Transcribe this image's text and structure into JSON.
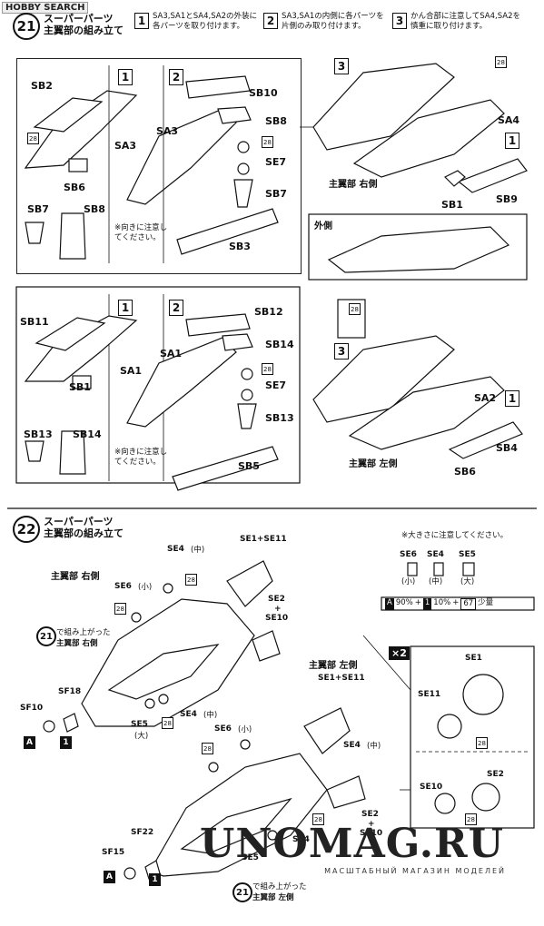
{
  "watermark": "HOBBY SEARCH",
  "step21": {
    "number": "21",
    "title_line1": "スーパーパーツ",
    "title_line2": "主翼部の組み立て",
    "instr1_num": "1",
    "instr1": "SA3,SA1とSA4,SA2の外装に各パーツを取り付けます。",
    "instr2_num": "2",
    "instr2": "SA3,SA1の内側に各パーツを片側のみ取り付けます。",
    "instr3_num": "3",
    "instr3": "かん合部に注意してSA4,SA2を慎重に取り付けます。",
    "right_panel": {
      "step1": "1",
      "step2": "2",
      "step3": "3",
      "labels": [
        "SB2",
        "SA3",
        "SB6",
        "SB8",
        "SB7",
        "SA3",
        "SB10",
        "SB8",
        "SE7",
        "SB7",
        "SB3",
        "SA4",
        "SB1",
        "SB9"
      ],
      "side": "主翼部 右側",
      "outer": "外側",
      "notice": "※向きに注意してください。"
    },
    "left_panel": {
      "step1": "1",
      "step2": "2",
      "step3": "3",
      "labels": [
        "SB11",
        "SA1",
        "SB1",
        "SB13",
        "SB14",
        "SA1",
        "SB12",
        "SB14",
        "SE7",
        "SB13",
        "SB5",
        "SA2",
        "SB4",
        "SB6"
      ],
      "side": "主翼部 左側",
      "notice": "※向きに注意してください。"
    },
    "tag": "28"
  },
  "step22": {
    "number": "22",
    "title_line1": "スーパーパーツ",
    "title_line2": "主翼部の組み立て",
    "size_note": "※大きさに注意してください。",
    "sizes": [
      {
        "name": "SE6",
        "size": "(小)"
      },
      {
        "name": "SE4",
        "size": "(中)"
      },
      {
        "name": "SE5",
        "size": "(大)"
      }
    ],
    "color_formula": {
      "a": "A",
      "a_pct": "90%",
      "plus1": "+",
      "b": "1",
      "b_pct": "10%",
      "plus2": "+",
      "c": "67",
      "c_pct": "少量"
    },
    "right": {
      "side": "主翼部 右側",
      "from": "で組み上がった",
      "from_side": "主翼部 右側",
      "labels": {
        "se4": "SE4",
        "se4s": "(中)",
        "se1se11": "SE1+SE11",
        "se6": "SE6",
        "se6s": "(小)",
        "se2": "SE2",
        "plus": "+",
        "se10": "SE10",
        "sf18": "SF18",
        "sf10": "SF10",
        "se5": "SE5",
        "se5s": "(大)",
        "se4b": "SE4",
        "se4bs": "(中)"
      }
    },
    "left": {
      "side": "主翼部 左側",
      "from": "で組み上がった",
      "from_side": "主翼部 左側",
      "labels": {
        "se1se11": "SE1+SE11",
        "se6": "SE6",
        "se6s": "(小)",
        "se4": "SE4",
        "se4s": "(中)",
        "se2": "SE2",
        "plus": "+",
        "se10": "SE10",
        "sf22": "SF22",
        "sf15": "SF15",
        "se4b": "SE4",
        "se5": "SE5"
      }
    },
    "inset": {
      "mult": "×2",
      "se1": "SE1",
      "se11": "SE11",
      "se10": "SE10",
      "se2": "SE2"
    },
    "tag": "28",
    "box_a": "A",
    "box_1": "1"
  },
  "brand": "UNOMAG.RU",
  "brand_sub": "МАСШТАБНЫЙ МАГАЗИН МОДЕЛЕЙ"
}
